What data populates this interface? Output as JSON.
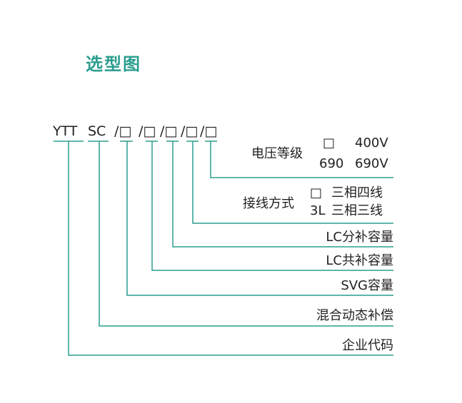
{
  "title": "选型图",
  "code": {
    "company": "YTT",
    "type": "SC",
    "slots": [
      "/□",
      "/□",
      "/□",
      "/□",
      "/□"
    ]
  },
  "voltage": {
    "label": "电压等级",
    "options": [
      {
        "code": "□",
        "value": "400V"
      },
      {
        "code": "690",
        "value": "690V"
      }
    ]
  },
  "wiring": {
    "label": "接线方式",
    "options": [
      {
        "code": "□",
        "value": "三相四线"
      },
      {
        "code": "3L",
        "value": "三相三线"
      }
    ]
  },
  "fields": {
    "lc_split": "LC分补容量",
    "lc_common": "LC共补容量",
    "svg": "SVG容量",
    "hybrid": "混合动态补偿",
    "company": "企业代码"
  },
  "colors": {
    "accent": "#2a9d8f",
    "text": "#231f20"
  }
}
